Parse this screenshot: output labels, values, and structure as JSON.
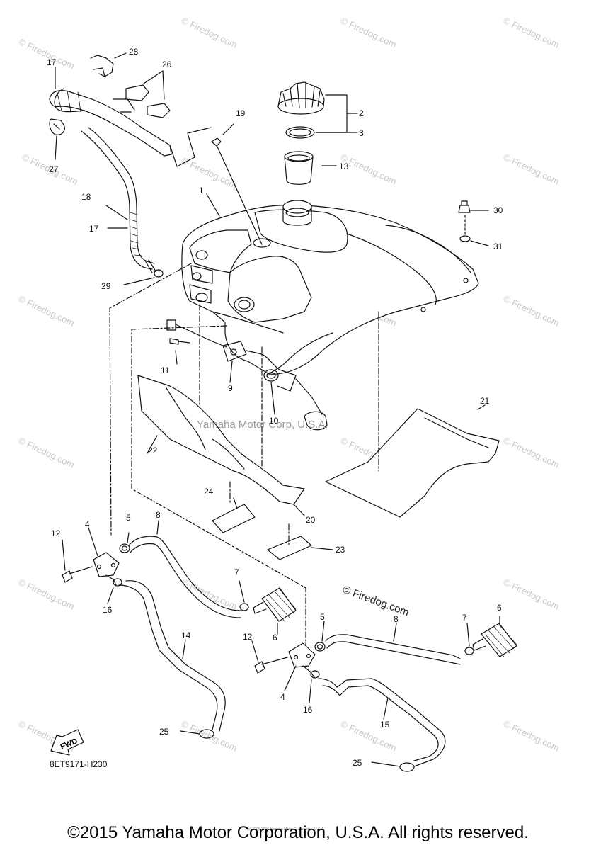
{
  "watermark_text": "© Firedog.com",
  "watermark_repeat": [
    "© Firedog.com"
  ],
  "middle_watermark": "Yamaha Motor Corp, U.S.A.",
  "diagram_watermark": "© Firedog.com",
  "drawing_code": "8ET9171-H230",
  "fwd_label": "FWD",
  "fine_print": "(c) 2005-2015 Yamaha Motor Corporation, U.S.A.",
  "footer": "©2015 Yamaha Motor Corporation, U.S.A. All rights reserved.",
  "callouts": {
    "c1": "1",
    "c2": "2",
    "c3": "3",
    "c4a": "4",
    "c4b": "4",
    "c5a": "5",
    "c5b": "5",
    "c6a": "6",
    "c6b": "6",
    "c7a": "7",
    "c7b": "7",
    "c8a": "8",
    "c8b": "8",
    "c9": "9",
    "c10": "10",
    "c11": "11",
    "c12a": "12",
    "c12b": "12",
    "c13": "13",
    "c14": "14",
    "c15": "15",
    "c16a": "16",
    "c16b": "16",
    "c17a": "17",
    "c17b": "17",
    "c18": "18",
    "c19": "19",
    "c20": "20",
    "c21": "21",
    "c22": "22",
    "c23": "23",
    "c24": "24",
    "c25a": "25",
    "c25b": "25",
    "c26": "26",
    "c27": "27",
    "c28": "28",
    "c29": "29",
    "c30": "30",
    "c31": "31"
  }
}
